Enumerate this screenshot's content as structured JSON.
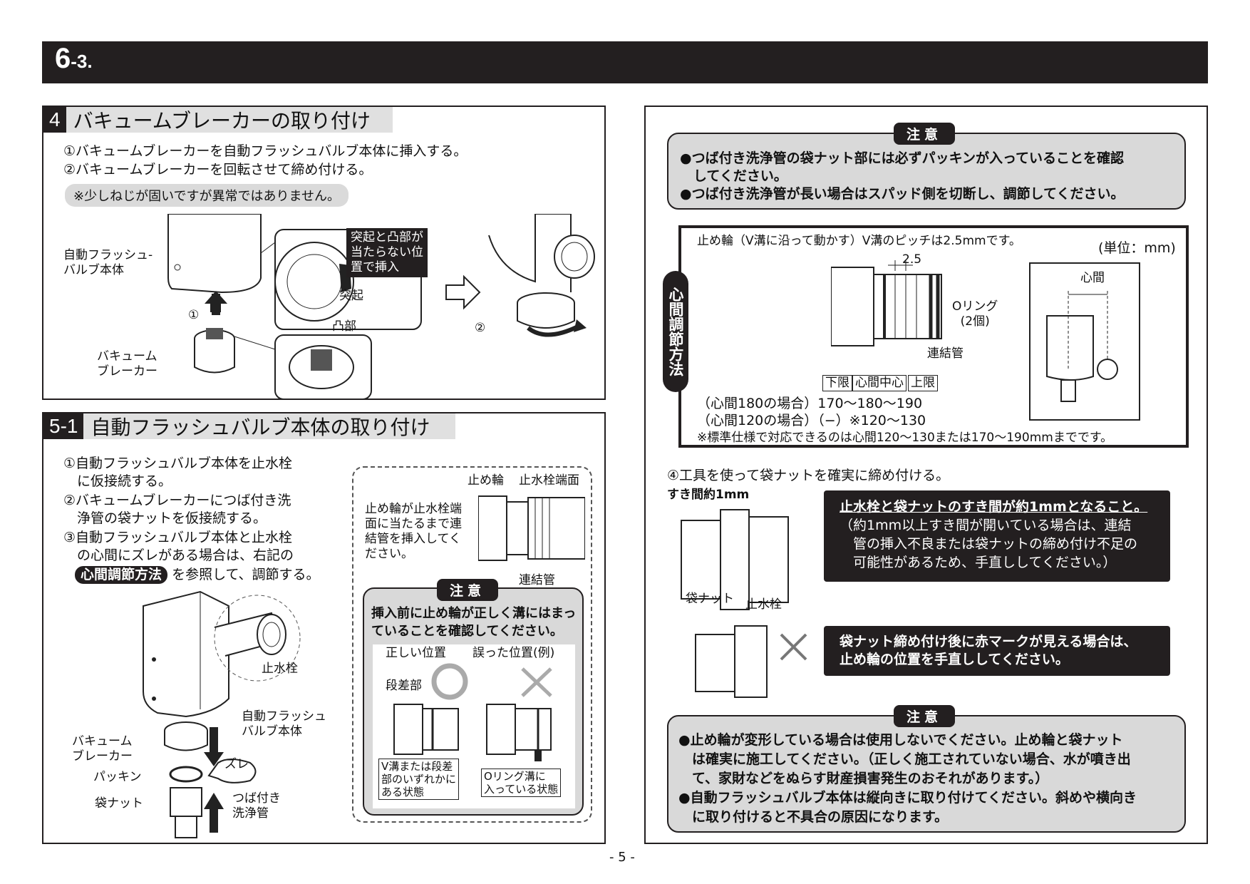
{
  "header": {
    "section_num": "6",
    "section_sub": "-3."
  },
  "sec4": {
    "num": "4",
    "title": "バキュームブレーカーの取り付け",
    "step1": "①バキュームブレーカーを自動フラッシュバルブ本体に挿入する。",
    "step2": "②バキュームブレーカーを回転させて締め付ける。",
    "note": "※少しねじが固いですが異常ではありません。",
    "lbl_valve": "自動フラッシュ-\nバルブ本体",
    "lbl_vb": "バキューム\nブレーカー",
    "callout": "突起と凸部が\n当たらない位\n置で挿入",
    "lbl_tokki": "突起",
    "lbl_totsubu": "凸部",
    "circ1": "①",
    "circ2": "②"
  },
  "sec51": {
    "num": "5-1",
    "title": "自動フラッシュバルブ本体の取り付け",
    "step1": "①自動フラッシュバルブ本体を止水栓\n　に仮接続する。",
    "step2": "②バキュームブレーカーにつば付き洗\n　浄管の袋ナットを仮接続する。",
    "step3": "③自動フラッシュバルブ本体と止水栓\n　の心間にズレがある場合は、右記の",
    "step3b_pill": "心間調節方法",
    "step3b": "を参照して、調節する。",
    "lbl_shisuisen": "止水栓",
    "lbl_valve": "自動フラッシュ\nバルブ本体",
    "lbl_vb": "バキューム\nブレーカー",
    "lbl_packing": "パッキン",
    "lbl_fukuro": "袋ナット",
    "lbl_tsuba": "つば付き\n洗浄管",
    "lbl_zure": "ズレ",
    "inset_text": "止め輪が止水栓端\n面に当たるまで連\n結管を挿入してく\nださい。",
    "lbl_tomewa": "止め輪",
    "lbl_tanmen": "止水栓端面",
    "lbl_renketsu": "連結管",
    "caution_tag": "注意",
    "caution_text": "挿入前に止め輪が正しく溝にはまっ\nていることを確認してください。",
    "correct": "正しい位置",
    "wrong": "誤った位置(例)",
    "lbl_dansa": "段差部",
    "cap_correct": "V溝または段差\n部のいずれかに\nある状態",
    "cap_wrong": "Oリング溝に\n入っている状態"
  },
  "right": {
    "caution1_tag": "注意",
    "caution1_l1": "●つば付き洗浄管の袋ナット部には必ずパッキンが入っていることを確認",
    "caution1_l2": "　してください。",
    "caution1_l3": "●つば付き洗浄管が長い場合はスパッド側を切断し、調節してください。",
    "adjust_side": "心間調節方法",
    "adjust_top": "止め輪（V溝に沿って動かす）V溝のピッチは2.5mmです。",
    "unit": "(単位：mm)",
    "dim_25": "2.5",
    "lbl_oring": "Oリング\n(2個)",
    "lbl_renketsu": "連結管",
    "lbl_kagen": "下限",
    "lbl_chushin": "心間中心",
    "lbl_jogen": "上限",
    "lbl_shinkan": "心間",
    "row180": "（心間180の場合）170〜180〜190",
    "row120": "（心間120の場合）（−）※120〜130",
    "std_note": "※標準仕様で対応できるのは心間120〜130または170〜190mmまでです。",
    "step4": "④工具を使って袋ナットを確実に締め付ける。",
    "gap_label": "すき間約1mm",
    "box1_title": "止水栓と袋ナットのすき間が約1mmとなること。",
    "box1_body": "（約1mm以上すき間が開いている場合は、連結\n　管の挿入不良または袋ナットの締め付け不足の\n　可能性があるため、手直ししてください。）",
    "lbl_fukuro": "袋ナット",
    "lbl_shisuisen": "止水栓",
    "box2": "袋ナット締め付け後に赤マークが見える場合は、\n止め輪の位置を手直ししてください。",
    "caution2_tag": "注意",
    "caution2_text": "●止め輪が変形している場合は使用しないでください。止め輪と袋ナット\n　は確実に施工してください。（正しく施工されていない場合、水が噴き出\n　て、家財などをぬらす財産損害発生のおそれがあります。）\n●自動フラッシュバルブ本体は縦向きに取り付けてください。斜めや横向き\n　に取り付けると不具合の原因になります。"
  },
  "page_number": "- 5 -"
}
